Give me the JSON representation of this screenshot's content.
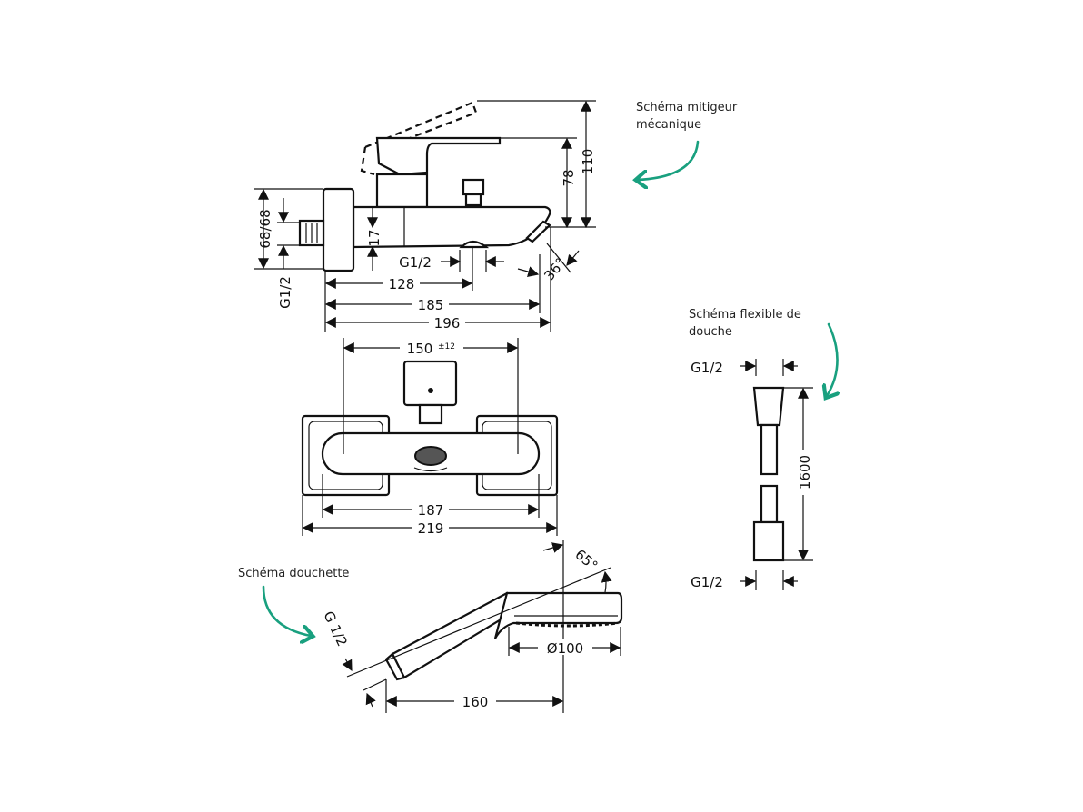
{
  "captions": {
    "mixer": [
      "Schéma mitigeur",
      "mécanique"
    ],
    "hose": [
      "Schéma flexible de",
      "douche"
    ],
    "handshower": "Schéma douchette"
  },
  "mixer_dims": {
    "height_lever_open": "110",
    "height_lever": "78",
    "escutcheon": "68/68",
    "inlet": "G1/2",
    "spout_offset": "17",
    "outlet": "G1/2",
    "outlet_distance": "128",
    "spout_length": "185",
    "overall_length": "196",
    "spout_angle": "36°"
  },
  "front_dims": {
    "centres": "150",
    "centres_tolerance": "±12",
    "bar_width": "187",
    "overall_width": "219"
  },
  "hose_dims": {
    "top_thread": "G1/2",
    "length": "1600",
    "bottom_thread": "G1/2"
  },
  "handshower_dims": {
    "thread": "G 1/2",
    "angle": "65°",
    "diameter": "Ø100",
    "length": "160"
  },
  "colors": {
    "annotation_arrow": "#19a07f",
    "line": "#111111"
  }
}
